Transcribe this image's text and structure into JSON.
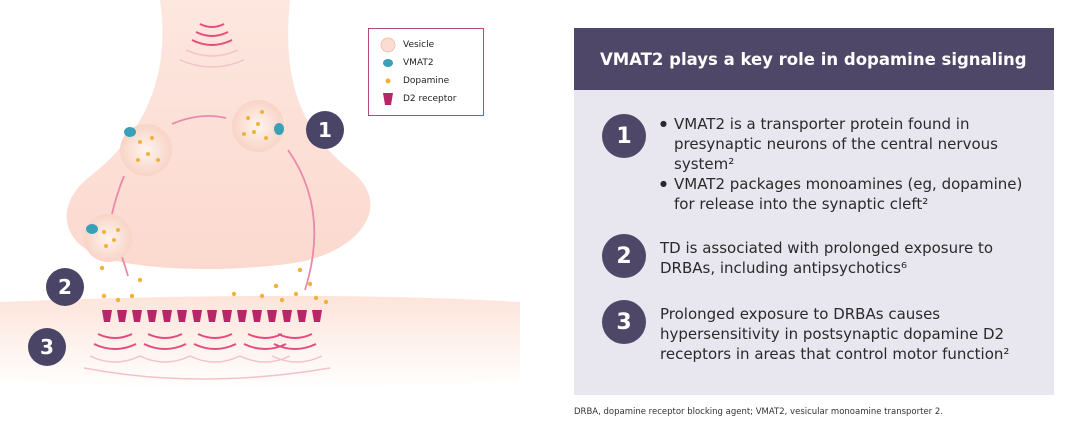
{
  "legend": {
    "items": [
      {
        "label": "Vesicle",
        "icon": "vesicle-icon"
      },
      {
        "label": "VMAT2",
        "icon": "vmat2-icon"
      },
      {
        "label": "Dopamine",
        "icon": "dopamine-icon"
      },
      {
        "label": "D2 receptor",
        "icon": "d2-receptor-icon"
      }
    ]
  },
  "diagram_badges": [
    "1",
    "2",
    "3"
  ],
  "panel": {
    "title": "VMAT2 plays a key role in dopamine signaling",
    "sections": [
      {
        "number": "1",
        "bullets": [
          "VMAT2 is a transporter protein found in presynaptic neurons of the central nervous system²",
          "VMAT2 packages monoamines (eg, dopamine) for release into the synaptic cleft²"
        ]
      },
      {
        "number": "2",
        "text": "TD is associated with prolonged exposure to DRBAs, including antipsychotics⁶"
      },
      {
        "number": "3",
        "text": "Prolonged exposure to DRBAs causes hypersensitivity in postsynaptic dopamine D2 receptors in areas that control motor function²"
      }
    ],
    "bullet_char": "●"
  },
  "footnote": "DRBA, dopamine receptor blocking agent; VMAT2, vesicular monoamine transporter 2.",
  "colors": {
    "panel_header": "#4e4767",
    "badge": "#4a4466",
    "receptor": "#b8266a",
    "dopamine": "#f2b23a",
    "vmat2": "#3aa0b8"
  }
}
